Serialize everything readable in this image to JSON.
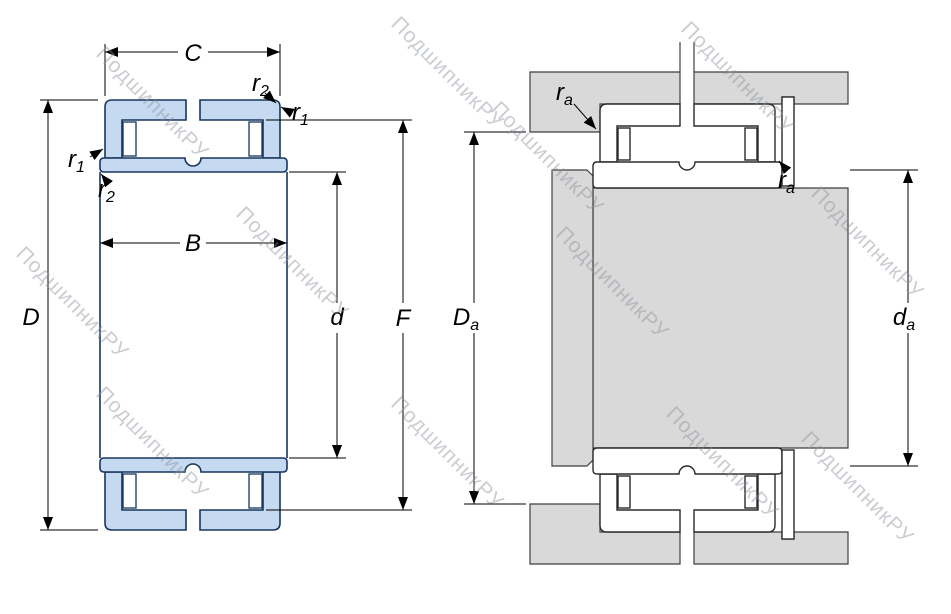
{
  "watermark": {
    "text": "ПодшипникРУ"
  },
  "labels": {
    "C": "C",
    "B": "B",
    "D": "D",
    "d": "d",
    "F": "F",
    "r1": {
      "main": "r",
      "sub": "1"
    },
    "r2": {
      "main": "r",
      "sub": "2"
    },
    "ra": {
      "main": "r",
      "sub": "a"
    },
    "Da": {
      "main": "D",
      "sub": "a"
    },
    "da": {
      "main": "d",
      "sub": "a"
    }
  },
  "colors": {
    "ring_fill": "#c5d9f1",
    "ring_stroke": "#17365d",
    "metal_fill": "#d9d9d9",
    "metal_stroke": "#3f3f3f",
    "dimension_line": "#000000",
    "watermark": "#8a9199",
    "background": "#ffffff"
  }
}
